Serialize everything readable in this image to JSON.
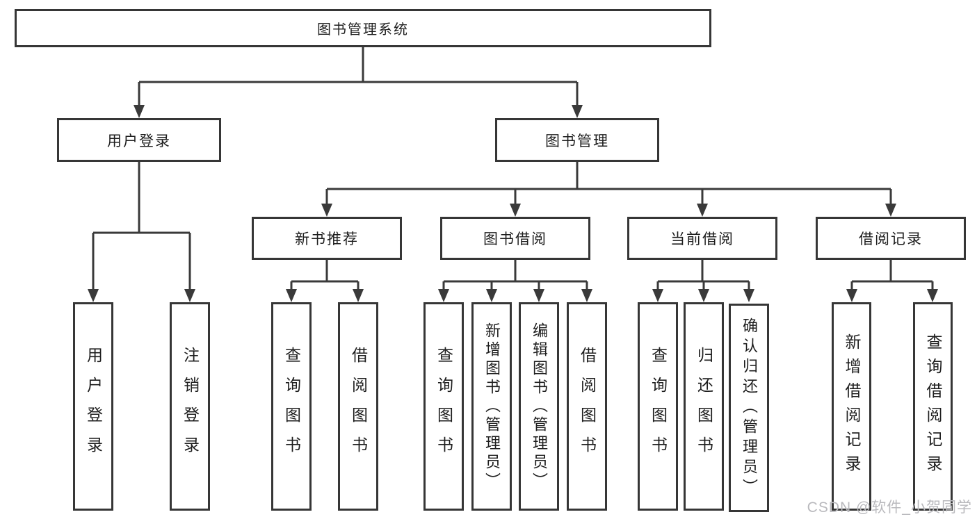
{
  "diagram": {
    "root": "图书管理系统",
    "branches": [
      {
        "label": "用户登录",
        "children": [
          "用户登录",
          "注销登录"
        ]
      },
      {
        "label": "图书管理",
        "groups": [
          {
            "label": "新书推荐",
            "children": [
              "查询图书",
              "借阅图书"
            ]
          },
          {
            "label": "图书借阅",
            "children": [
              "查询图书",
              "新增图书（管理员）",
              "编辑图书（管理员）",
              "借阅图书"
            ]
          },
          {
            "label": "当前借阅",
            "children": [
              "查询图书",
              "归还图书",
              "确认归还（管理员）"
            ]
          },
          {
            "label": "借阅记录",
            "children": [
              "新增借阅记录",
              "查询借阅记录"
            ]
          }
        ]
      }
    ]
  },
  "watermark": "CSDN @软件_小贺同学",
  "colors": {
    "line": "#3a3a3a",
    "box_border": "#363636",
    "text": "#1e1e1e",
    "watermark": "#b9b9bd",
    "background": "#ffffff"
  }
}
